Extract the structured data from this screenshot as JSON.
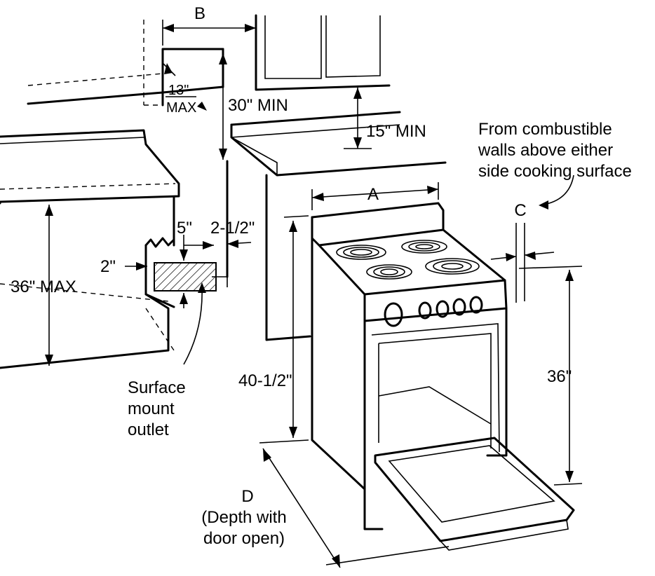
{
  "labels": {
    "b": "B",
    "max13_value": "13\"",
    "max13_unit": "MAX",
    "min30": "30\" MIN",
    "min15": "15\" MIN",
    "combustible_1": "From combustible",
    "combustible_2": "walls above either",
    "combustible_3": "side cooking surface",
    "a": "A",
    "c": "C",
    "five": "5\"",
    "two_half": "2-1/2\"",
    "two": "2\"",
    "max36": "36\" MAX",
    "height40": "40-1/2\"",
    "height36": "36\"",
    "outlet_1": "Surface",
    "outlet_2": "mount",
    "outlet_3": "outlet",
    "d": "D",
    "depth_1": "(Depth with",
    "depth_2": "door open)"
  }
}
